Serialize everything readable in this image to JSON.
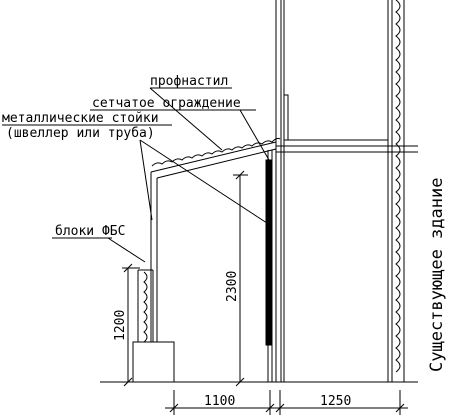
{
  "labels": {
    "profnastil": "профнастил",
    "fence": "сетчатое ограждение",
    "posts_line1": "металлические стойки",
    "posts_line2": "(швеллер или труба)",
    "blocks": "блоки ФБС",
    "building": "Существующее здание"
  },
  "dimensions": {
    "height_2300": "2300",
    "height_1200": "1200",
    "width_1100": "1100",
    "width_1250": "1250"
  }
}
